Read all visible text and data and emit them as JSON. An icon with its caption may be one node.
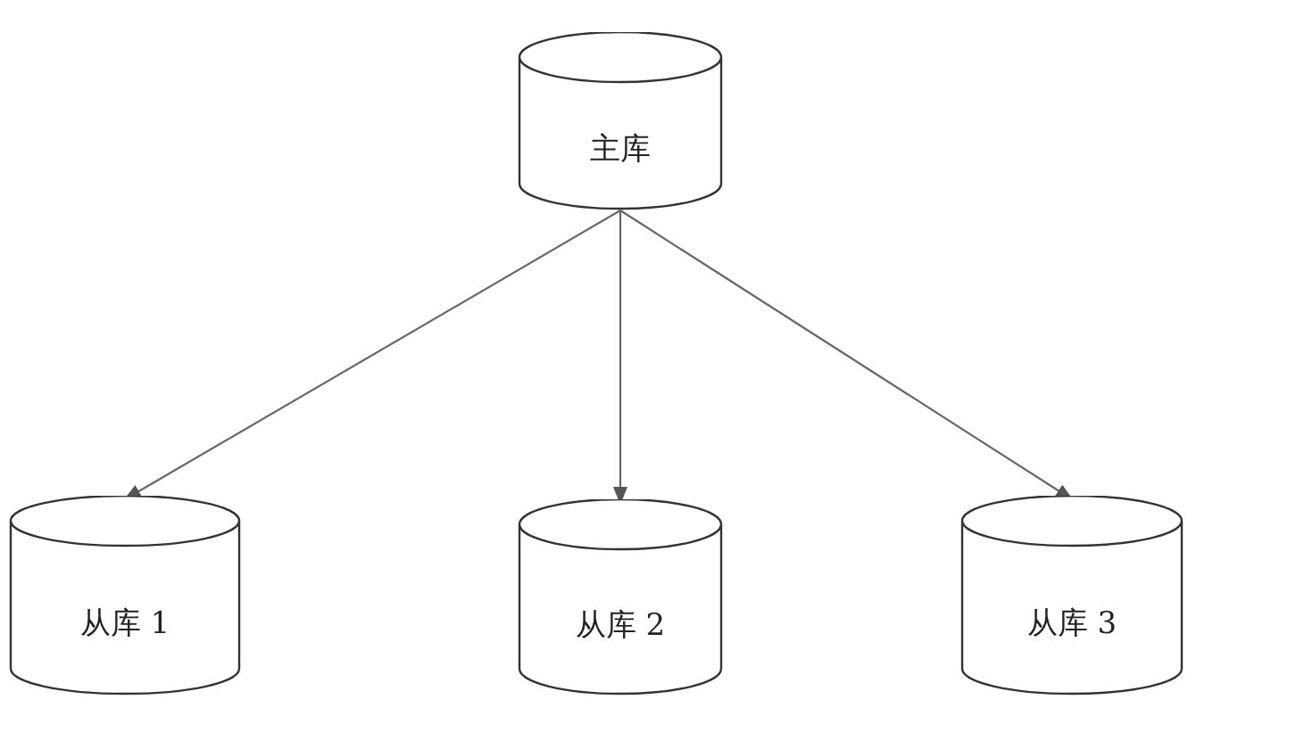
{
  "diagram": {
    "nodes": [
      {
        "text": [
          "主库"
        ]
      },
      {
        "text": [
          "从库 1"
        ]
      },
      {
        "text": [
          "从库 2"
        ]
      },
      {
        "text": [
          "从库 3"
        ]
      }
    ],
    "edges": [
      {
        "from": 0,
        "to": 1,
        "arrow": "to"
      },
      {
        "from": 0,
        "to": 2,
        "arrow": "to"
      },
      {
        "from": 0,
        "to": 3,
        "arrow": "to"
      }
    ]
  }
}
